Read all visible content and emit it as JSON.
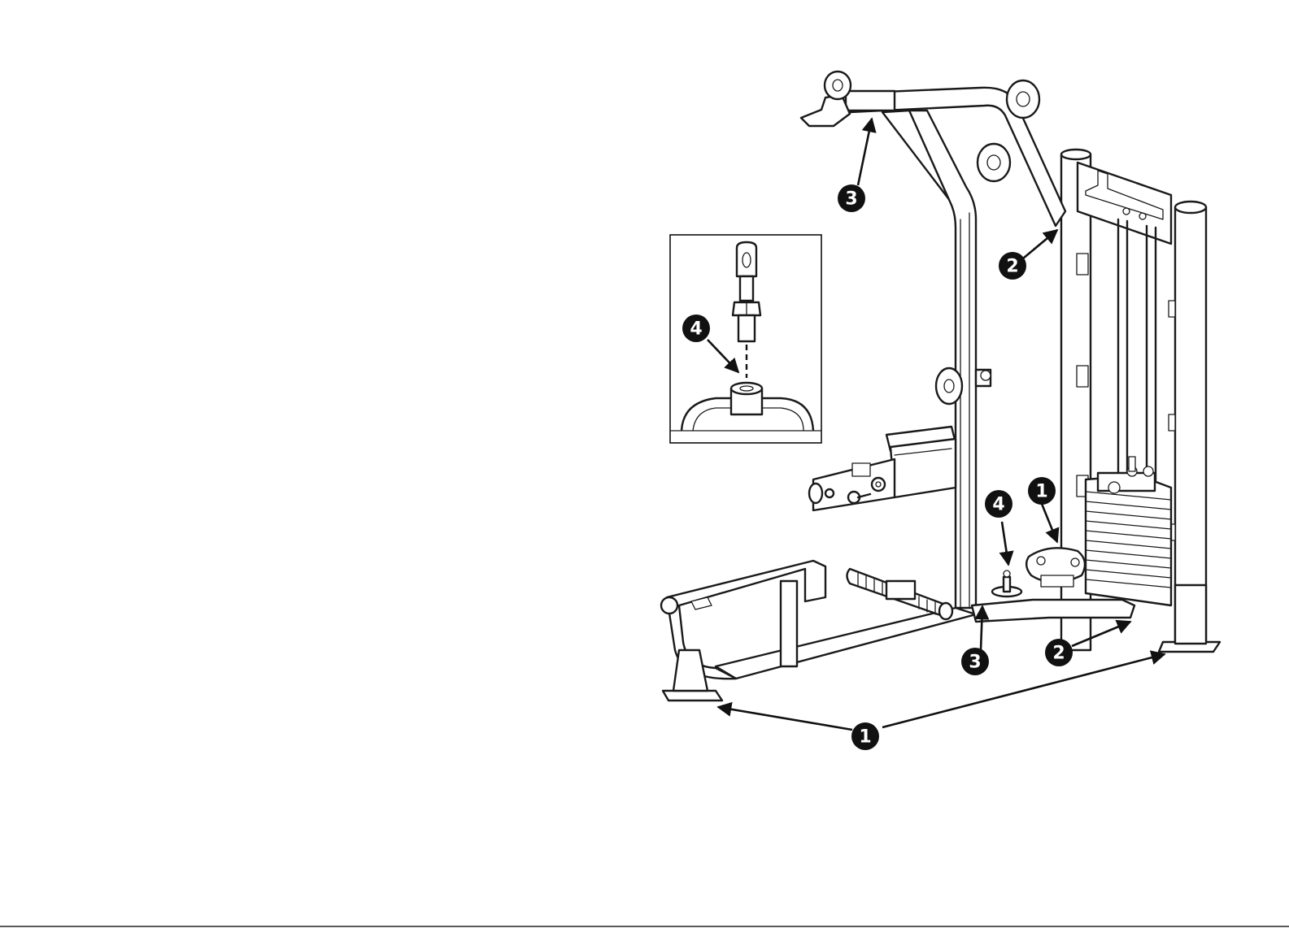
{
  "callouts": {
    "c1a": "1",
    "c1b": "1",
    "c2a": "2",
    "c2b": "2",
    "c3a": "3",
    "c3b": "3",
    "c4a": "4",
    "c4b": "4"
  },
  "colors": {
    "ink": "#1a1a1a",
    "badge": "#111111",
    "badge_text": "#ffffff",
    "background": "#ffffff"
  }
}
